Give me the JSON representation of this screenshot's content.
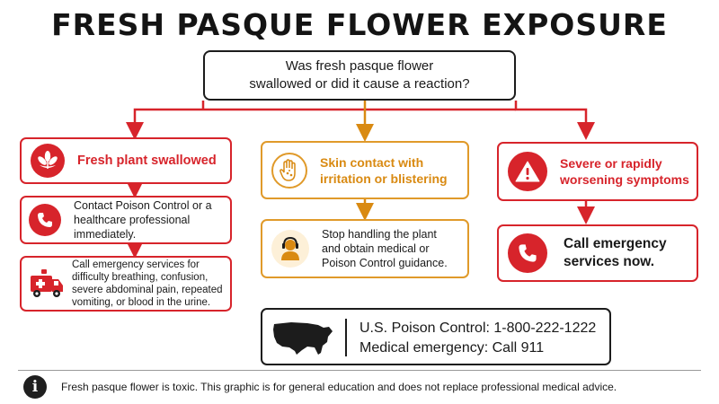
{
  "title": "FRESH PASQUE FLOWER EXPOSURE",
  "question": {
    "line1": "Was fresh pasque flower",
    "line2": "swallowed or did it cause a reaction?"
  },
  "left_branch": {
    "header": "Fresh plant swallowed",
    "step1": [
      "Contact Poison Control or a",
      "healthcare professional",
      "immediately."
    ],
    "step2": [
      "Call emergency services for",
      "difficulty breathing, confusion,",
      "severe abdominal pain, repeated",
      "vomiting, or blood in the urine."
    ]
  },
  "middle_branch": {
    "header": [
      "Skin contact with",
      "irritation or blistering"
    ],
    "step1": [
      "Stop handling the plant",
      "and obtain medical or",
      "Poison Control guidance."
    ]
  },
  "right_branch": {
    "header": [
      "Severe or rapidly",
      "worsening symptoms"
    ],
    "step1": [
      "Call emergency",
      "services now."
    ]
  },
  "contacts": {
    "poison_control": "U.S. Poison Control: 1-800-222-1222",
    "emergency": "Medical emergency: Call 911"
  },
  "disclaimer": "Fresh pasque flower is toxic. This graphic is for general education and does not replace professional medical advice.",
  "colors": {
    "red": "#d7242b",
    "orange": "#e09a2a",
    "dark": "#1c1c1c"
  },
  "icons": [
    "flower-icon",
    "phone-icon",
    "ambulance-icon",
    "hand-icon",
    "headset-person-icon",
    "warning-icon",
    "us-map-icon",
    "info-icon"
  ]
}
